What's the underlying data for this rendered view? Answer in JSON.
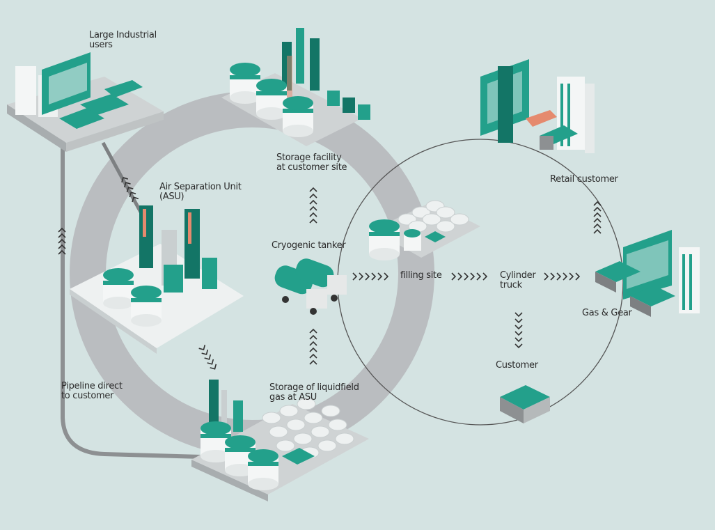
{
  "labels": {
    "large_industrial": "Large Industrial\nusers",
    "storage_customer": "Storage facility\nat customer site",
    "asu": "Air Separation Unit\n(ASU)",
    "cryogenic_tanker": "Cryogenic tanker",
    "filling_site": "filling site",
    "cylinder_truck": "Cylinder\ntruck",
    "retail_customer": "Retail customer",
    "gas_gear": "Gas & Gear",
    "customer": "Customer",
    "pipeline": "Pipeline direct\nto customer",
    "storage_asu": "Storage of liquidfield\ngas at ASU"
  },
  "colors": {
    "background": "#d4e3e2",
    "ring": "#b9bcbf",
    "teal": "#23a08b",
    "dark_teal": "#137566",
    "white": "#f4f6f6",
    "accent": "#e58a6e"
  }
}
